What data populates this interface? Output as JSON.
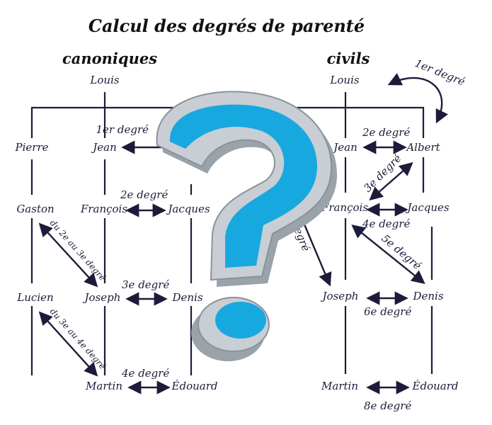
{
  "title": "Calcul des degrés de parenté",
  "left": {
    "heading": "canoniques",
    "people": {
      "louis": "Louis",
      "pierre": "Pierre",
      "jean": "Jean",
      "gaston": "Gaston",
      "francois": "François",
      "jacques": "Jacques",
      "lucien": "Lucien",
      "joseph": "Joseph",
      "denis": "Denis",
      "martin": "Martin",
      "edouard": "Édouard"
    },
    "degrees": {
      "d1": "1er degré",
      "d2": "2e degré",
      "d3": "3e degré",
      "d4": "4e degré",
      "d23": "du 2e au 3e degré",
      "d34": "du 3e au 4e degré"
    }
  },
  "right": {
    "heading": "civils",
    "people": {
      "louis": "Louis",
      "jean": "Jean",
      "albert": "Albert",
      "francois": "François",
      "jacques": "Jacques",
      "joseph": "Joseph",
      "denis": "Denis",
      "martin": "Martin",
      "edouard": "Édouard"
    },
    "degrees": {
      "d1": "1er degré",
      "d2": "2e degré",
      "d3": "3e degré",
      "d4": "4e degré",
      "d5": "5e degré",
      "d6": "6e degré",
      "d7": "degré",
      "d8": "8e degré"
    }
  },
  "colors": {
    "question_blue": "#18a8e0",
    "question_grey": "#b8bec4"
  }
}
